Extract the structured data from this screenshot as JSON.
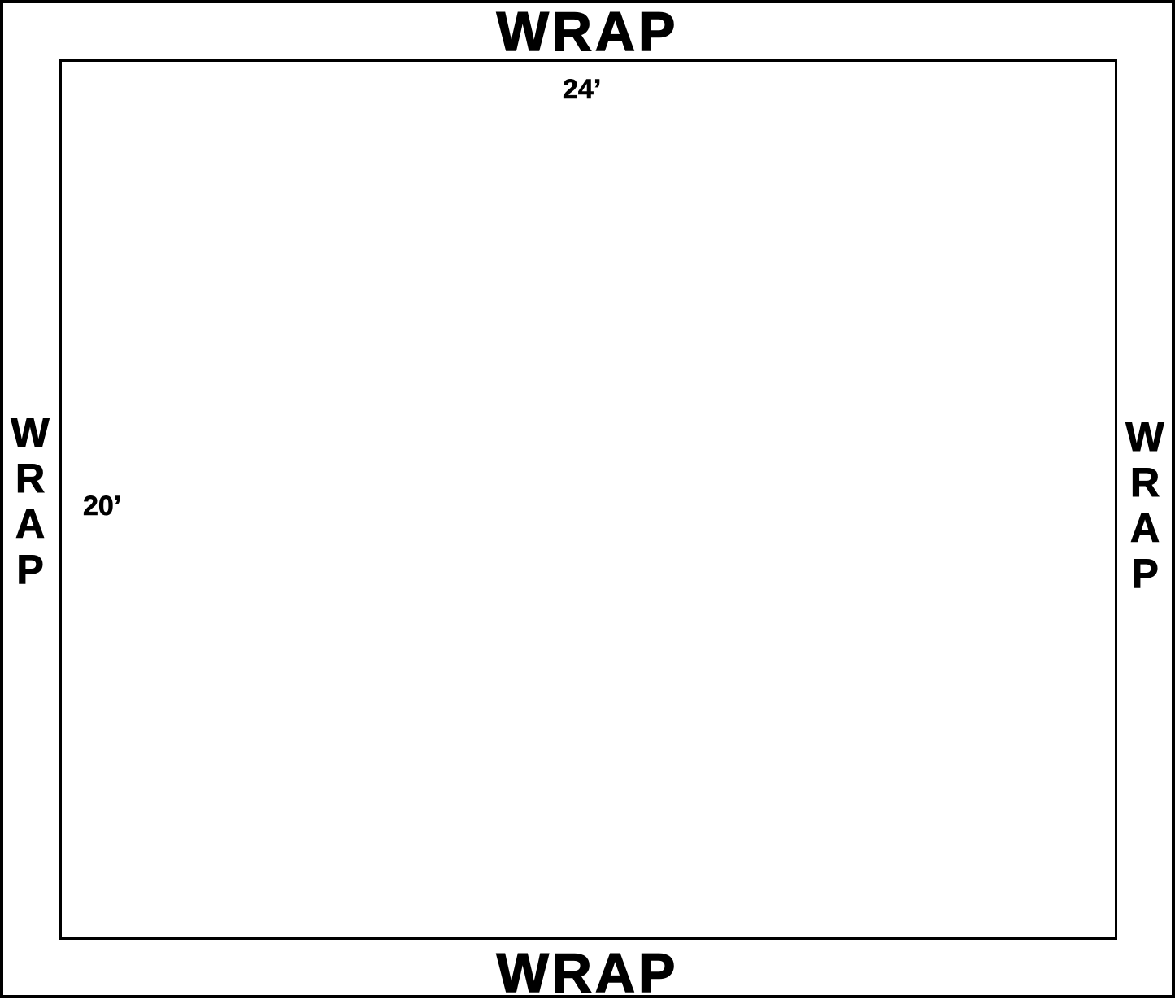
{
  "labels": {
    "wrap_top": "WRAP",
    "wrap_bottom": "WRAP",
    "wrap_left": [
      "W",
      "R",
      "A",
      "P"
    ],
    "wrap_right": [
      "W",
      "R",
      "A",
      "P"
    ]
  },
  "dimensions": {
    "width": "24’",
    "height": "20’"
  },
  "colors": {
    "line": "#000000",
    "background": "#ffffff"
  }
}
